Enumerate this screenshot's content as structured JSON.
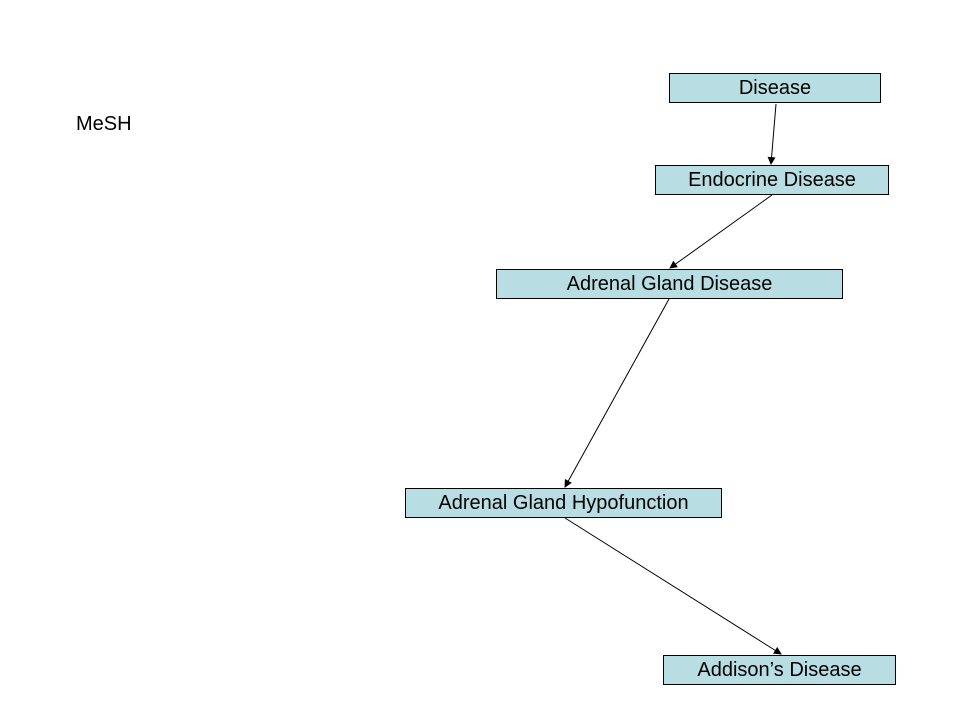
{
  "label": "MeSH",
  "nodes": {
    "disease": "Disease",
    "endocrine": "Endocrine Disease",
    "adrenal": "Adrenal Gland Disease",
    "hypofunction": "Adrenal Gland Hypofunction",
    "addison": "Addison’s Disease"
  },
  "colors": {
    "node_fill": "#b8dee3",
    "node_border": "#000000",
    "arrow": "#000000"
  }
}
